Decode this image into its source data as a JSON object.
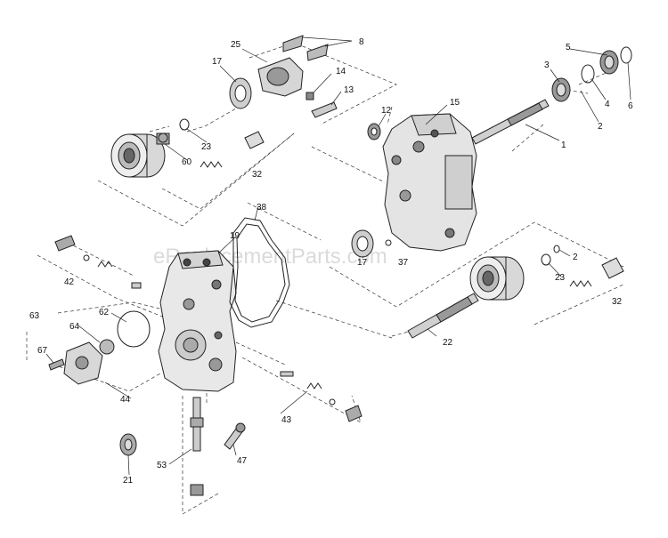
{
  "watermark": "eReplacementParts.com",
  "callouts": {
    "c1": "1",
    "c2a": "2",
    "c2b": "2",
    "c3": "3",
    "c4": "4",
    "c5": "5",
    "c6": "6",
    "c8": "8",
    "c12": "12",
    "c13": "13",
    "c14": "14",
    "c15": "15",
    "c17a": "17",
    "c17b": "17",
    "c19": "19",
    "c21": "21",
    "c22": "22",
    "c23a": "23",
    "c23b": "23",
    "c25": "25",
    "c32a": "32",
    "c32b": "32",
    "c37": "37",
    "c38": "38",
    "c42": "42",
    "c43": "43",
    "c44": "44",
    "c47": "47",
    "c53": "53",
    "c60": "60",
    "c62": "62",
    "c63": "63",
    "c64": "64",
    "c67": "67"
  },
  "icons": [
    "bearing-icon",
    "shaft-icon",
    "seal-ring-icon",
    "housing-icon",
    "gasket-icon",
    "valve-icon",
    "bolt-icon",
    "spring-icon"
  ]
}
